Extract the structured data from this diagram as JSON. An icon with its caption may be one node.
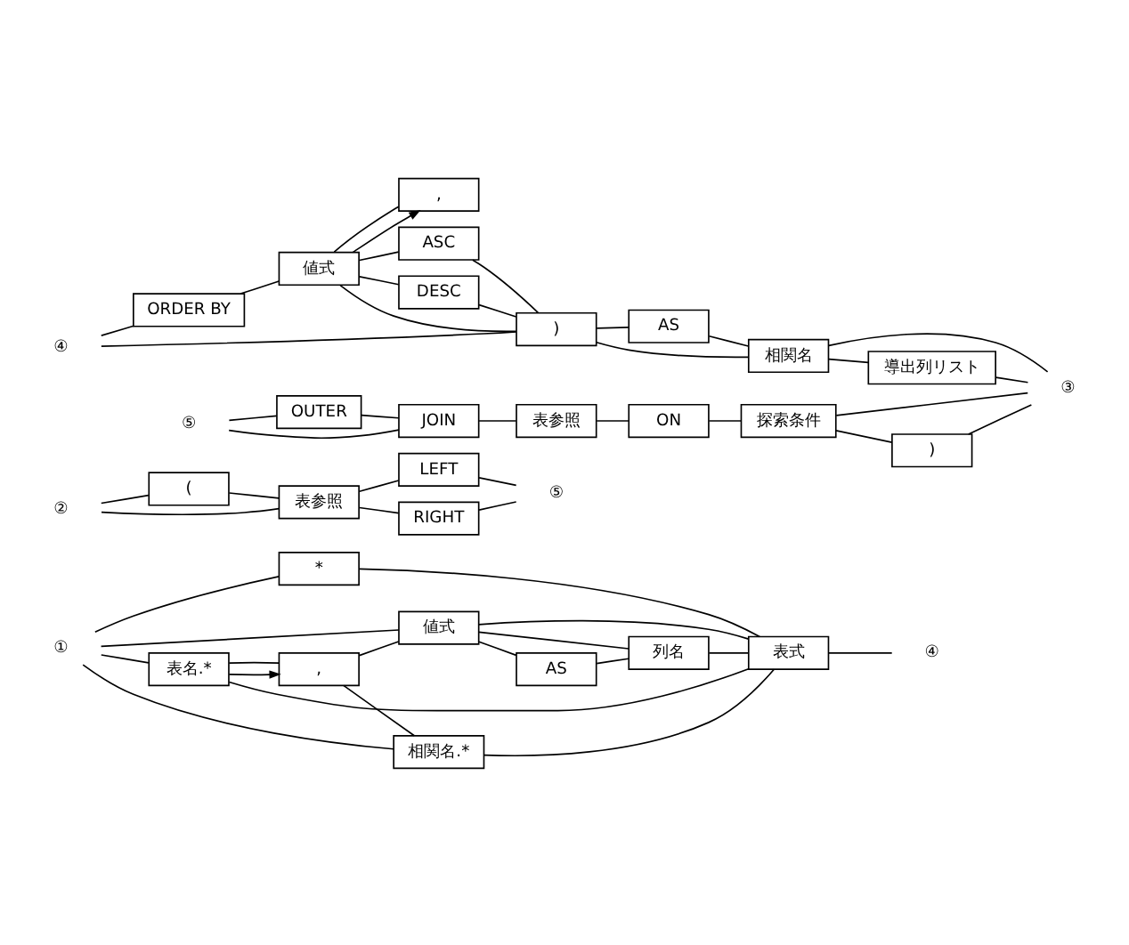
{
  "diagram": {
    "nodes": [
      {
        "text": [
          "①"
        ]
      },
      {
        "text": [
          "*"
        ]
      },
      {
        "text": [
          ","
        ]
      },
      {
        "text": [
          "値式"
        ]
      },
      {
        "text": [
          "AS"
        ]
      },
      {
        "text": [
          "列名"
        ]
      },
      {
        "text": [
          "表名.*"
        ]
      },
      {
        "text": [
          "相関名.*"
        ]
      },
      {
        "text": [
          "表式"
        ]
      },
      {
        "text": [
          "④"
        ]
      },
      {
        "text": [
          "②"
        ]
      },
      {
        "text": [
          "③"
        ]
      },
      {
        "text": [
          "④"
        ]
      },
      {
        "text": [
          "ORDER BY"
        ]
      },
      {
        "text": [
          ","
        ]
      },
      {
        "text": [
          "値式"
        ]
      },
      {
        "text": [
          "ASC"
        ]
      },
      {
        "text": [
          "DESC"
        ]
      },
      {
        "text": [
          ")"
        ]
      },
      {
        "text": [
          "AS"
        ]
      },
      {
        "text": [
          "相関名"
        ]
      },
      {
        "text": [
          "導出列リスト"
        ]
      },
      {
        "text": [
          "("
        ]
      },
      {
        "text": [
          "表参照"
        ]
      },
      {
        "text": [
          "LEFT"
        ]
      },
      {
        "text": [
          "RIGHT"
        ]
      },
      {
        "text": [
          "⑤"
        ]
      },
      {
        "text": [
          "⑤"
        ]
      },
      {
        "text": [
          "OUTER"
        ]
      },
      {
        "text": [
          "JOIN"
        ]
      },
      {
        "text": [
          "表参照"
        ]
      },
      {
        "text": [
          "ON"
        ]
      },
      {
        "text": [
          "探索条件"
        ]
      },
      {
        "text": [
          ")"
        ]
      }
    ],
    "edges": [
      {
        "from": 0,
        "to": 1,
        "arrow": "none"
      },
      {
        "from": 0,
        "to": 3,
        "arrow": "none"
      },
      {
        "from": 0,
        "to": 6,
        "arrow": "none"
      },
      {
        "from": 0,
        "to": 7,
        "arrow": "none"
      },
      {
        "from": 1,
        "to": 8,
        "arrow": "none"
      },
      {
        "from": 2,
        "to": 3,
        "arrow": "none"
      },
      {
        "from": 2,
        "to": 6,
        "arrow": "none"
      },
      {
        "from": 2,
        "to": 7,
        "arrow": "none"
      },
      {
        "from": 3,
        "to": 4,
        "arrow": "none"
      },
      {
        "from": 3,
        "to": 5,
        "arrow": "none"
      },
      {
        "from": 4,
        "to": 5,
        "arrow": "none"
      },
      {
        "from": 3,
        "to": 8,
        "arrow": "none"
      },
      {
        "from": 5,
        "to": 8,
        "arrow": "none"
      },
      {
        "from": 6,
        "to": 8,
        "arrow": "none"
      },
      {
        "from": 7,
        "to": 8,
        "arrow": "none"
      },
      {
        "from": 6,
        "to": 2,
        "arrow": "to"
      },
      {
        "from": 8,
        "to": 9,
        "arrow": "none"
      },
      {
        "from": 12,
        "to": 18,
        "arrow": "none"
      },
      {
        "from": 12,
        "to": 13,
        "arrow": "none"
      },
      {
        "from": 13,
        "to": 15,
        "arrow": "none"
      },
      {
        "from": 14,
        "to": 15,
        "arrow": "none"
      },
      {
        "from": 15,
        "to": 14,
        "arrow": "to"
      },
      {
        "from": 15,
        "to": 16,
        "arrow": "none"
      },
      {
        "from": 15,
        "to": 17,
        "arrow": "none"
      },
      {
        "from": 15,
        "to": 18,
        "arrow": "none"
      },
      {
        "from": 16,
        "to": 18,
        "arrow": "none"
      },
      {
        "from": 17,
        "to": 18,
        "arrow": "none"
      },
      {
        "from": 18,
        "to": 19,
        "arrow": "none"
      },
      {
        "from": 18,
        "to": 20,
        "arrow": "none"
      },
      {
        "from": 19,
        "to": 20,
        "arrow": "none"
      },
      {
        "from": 20,
        "to": 21,
        "arrow": "none"
      },
      {
        "from": 20,
        "to": 11,
        "arrow": "none"
      },
      {
        "from": 21,
        "to": 11,
        "arrow": "none"
      },
      {
        "from": 10,
        "to": 22,
        "arrow": "none"
      },
      {
        "from": 10,
        "to": 23,
        "arrow": "none"
      },
      {
        "from": 22,
        "to": 23,
        "arrow": "none"
      },
      {
        "from": 23,
        "to": 24,
        "arrow": "none"
      },
      {
        "from": 23,
        "to": 25,
        "arrow": "none"
      },
      {
        "from": 24,
        "to": 26,
        "arrow": "none"
      },
      {
        "from": 25,
        "to": 26,
        "arrow": "none"
      },
      {
        "from": 27,
        "to": 28,
        "arrow": "none"
      },
      {
        "from": 27,
        "to": 29,
        "arrow": "none"
      },
      {
        "from": 28,
        "to": 29,
        "arrow": "none"
      },
      {
        "from": 29,
        "to": 30,
        "arrow": "none"
      },
      {
        "from": 30,
        "to": 31,
        "arrow": "none"
      },
      {
        "from": 31,
        "to": 32,
        "arrow": "none"
      },
      {
        "from": 32,
        "to": 33,
        "arrow": "none"
      },
      {
        "from": 32,
        "to": 11,
        "arrow": "none"
      },
      {
        "from": 33,
        "to": 11,
        "arrow": "none"
      }
    ]
  }
}
